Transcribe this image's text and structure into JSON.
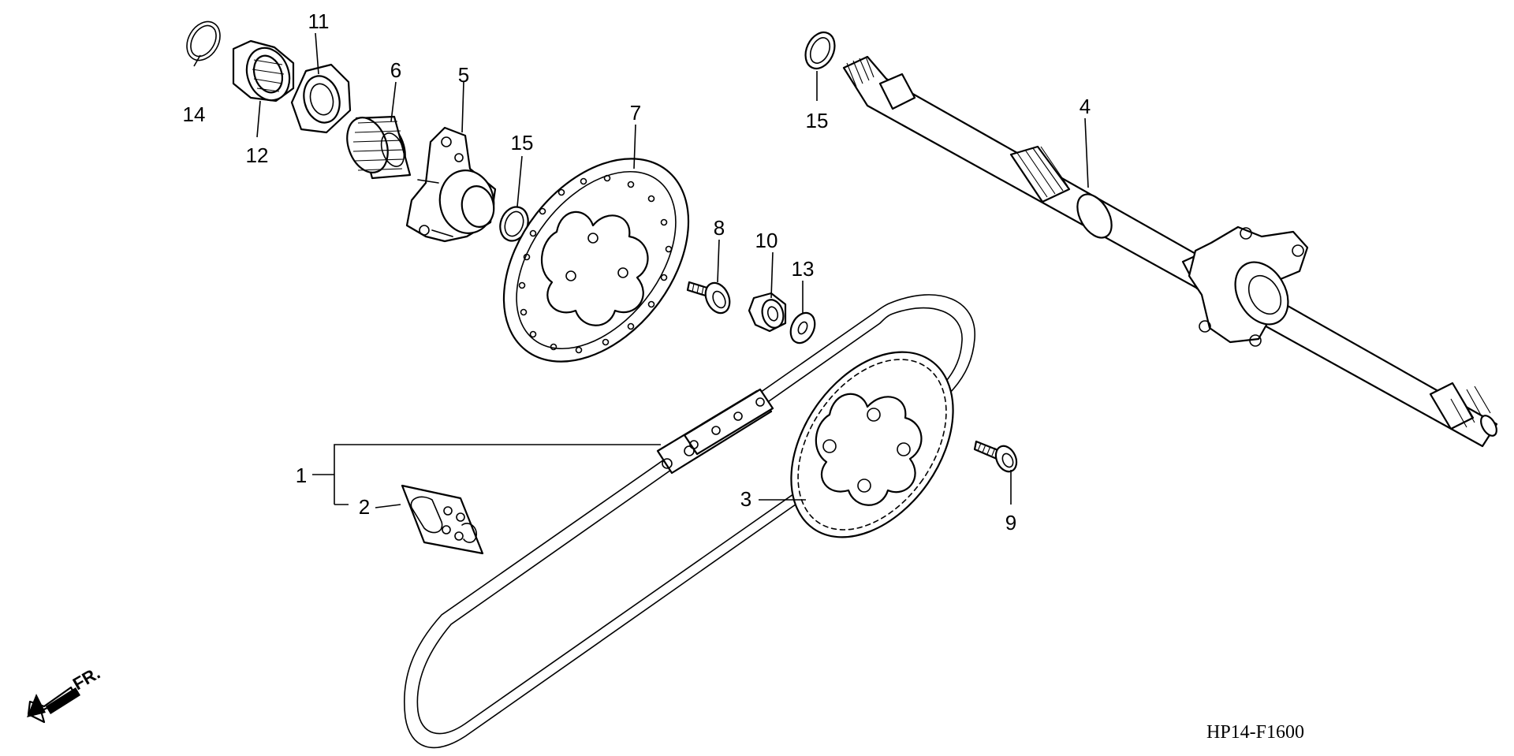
{
  "diagram": {
    "code": "HP14-F1600",
    "direction_label": "FR.",
    "direction_icon": "arrow-down-left-icon",
    "callouts": [
      "1",
      "2",
      "3",
      "4",
      "5",
      "6",
      "7",
      "8",
      "9",
      "10",
      "11",
      "12",
      "13",
      "14",
      "15",
      "15"
    ]
  }
}
